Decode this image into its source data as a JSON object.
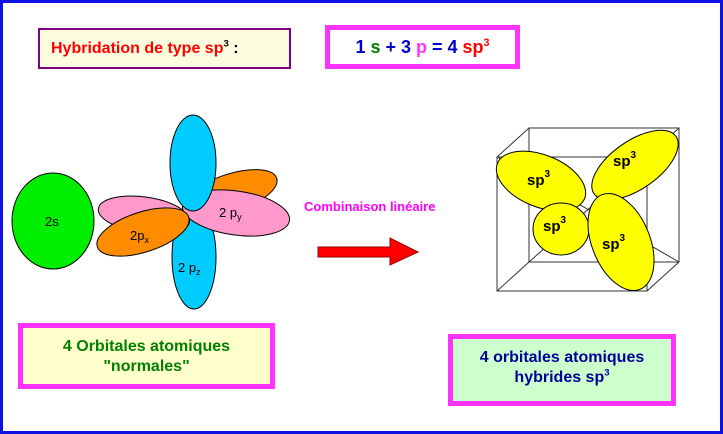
{
  "title": {
    "text": "Hybridation de type sp",
    "sup": "3",
    "colon": " :"
  },
  "formula": {
    "s_coef": "1 ",
    "s": "s",
    "plus": " + ",
    "p_coef": "3 ",
    "p": "p",
    "eq": " = 4 ",
    "sp": "sp",
    "sup": "3"
  },
  "left_orbitals": {
    "s": "2s",
    "px": "2p",
    "px_sub": "x",
    "py": "2 p",
    "py_sub": "y",
    "pz": "2 p",
    "pz_sub": "z"
  },
  "arrow_label": "Combinaison linéaire",
  "hybrid_labels": {
    "text": "sp",
    "sup": "3"
  },
  "normal_box": {
    "line1": "4 Orbitales atomiques",
    "line2": "\"normales\""
  },
  "hybrid_box": {
    "line1": "4 orbitales atomiques",
    "line2": "hybrides sp",
    "sup": "3"
  },
  "colors": {
    "frame": "#1010e0",
    "magenta": "#ff33ff",
    "s": "#00ee00",
    "px": "#ff8c00",
    "py": "#ff99cc",
    "pz": "#00ccff",
    "hybrid": "#ffff00",
    "arrow": "#ff0000"
  }
}
